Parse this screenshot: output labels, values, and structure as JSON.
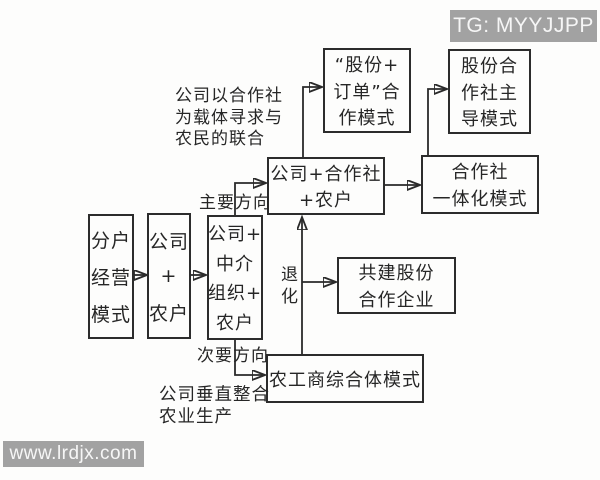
{
  "diagram": {
    "boxes": {
      "fenhu": {
        "lines": [
          "分户",
          "经营",
          "模式"
        ]
      },
      "gsnh": {
        "lines": [
          "公司",
          "+",
          "农户"
        ]
      },
      "zhongjie": {
        "lines": [
          "公司+",
          "中介",
          "组织+",
          "农户"
        ]
      },
      "gshzs": {
        "lines": [
          "公司+合作社",
          "+农户"
        ]
      },
      "gfdd": {
        "lines": [
          "“股份+",
          "订单”合",
          "作模式"
        ]
      },
      "gfzd": {
        "lines": [
          "股份合",
          "作社主",
          "导模式"
        ]
      },
      "ytih": {
        "lines": [
          "合作社",
          "一体化模式"
        ]
      },
      "gongjian": {
        "lines": [
          "共建股份",
          "合作企业"
        ]
      },
      "nggs": {
        "lines": [
          "农工商综合体模式"
        ]
      }
    },
    "labels": {
      "lianhe": {
        "lines": [
          "公司以合作社",
          "为载体寻求与",
          "农民的联合"
        ]
      },
      "zhuyao": "主要方向",
      "ciyao": "次要方向",
      "tuihua": {
        "chars": [
          "退",
          "化"
        ]
      },
      "chuizhi": {
        "lines": [
          "公司垂直整合",
          "农业生产"
        ]
      }
    }
  },
  "watermarks": {
    "top_right": "TG: MYYJJPP",
    "bottom_left": "www.lrdjx.com"
  },
  "colors": {
    "line": "#2a2a2a",
    "box_border": "#2c2c2c",
    "background": "#fdfdfc",
    "watermark_bg": "#a2a2a2",
    "watermark_text": "#f6f6f6"
  }
}
